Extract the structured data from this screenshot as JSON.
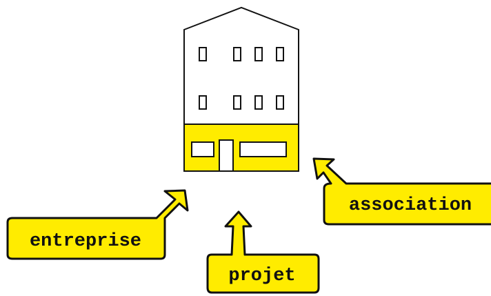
{
  "diagram": {
    "colors": {
      "highlight": "#ffec00",
      "stroke": "#111111",
      "building": "#ffffff",
      "background": "#ffffff"
    },
    "labels": {
      "entreprise": "entreprise",
      "projet": "projet",
      "association": "association"
    }
  }
}
